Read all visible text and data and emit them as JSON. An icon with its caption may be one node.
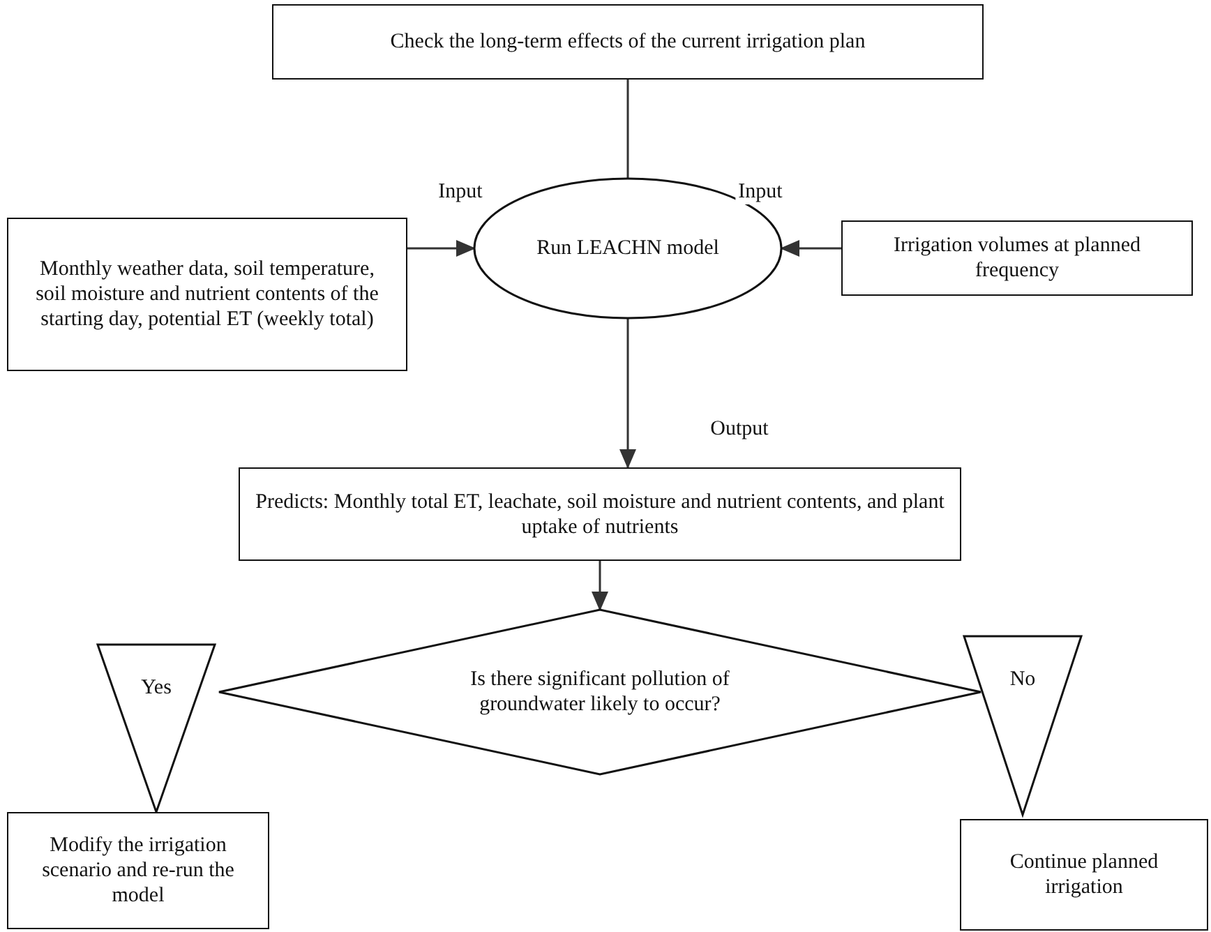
{
  "diagram": {
    "nodes": [
      {
        "text": [
          "Check the long-term effects of the current irrigation plan"
        ]
      },
      {
        "text": [
          "Monthly weather data, soil temperature, soil moisture and nutrient contents of the starting day, potential ET (weekly total)"
        ]
      },
      {
        "text": [
          "Run LEACHN model"
        ]
      },
      {
        "text": [
          "Irrigation volumes at planned frequency"
        ]
      },
      {
        "text": [
          "Predicts: Monthly total ET, leachate, soil moisture and nutrient contents, and plant uptake of nutrients"
        ]
      },
      {
        "text": [
          "Is there significant pollution of groundwater likely to occur?"
        ]
      },
      {
        "text": [
          "Yes"
        ]
      },
      {
        "text": [
          "Modify the irrigation scenario and re-run the model"
        ]
      },
      {
        "text": [
          "No"
        ]
      },
      {
        "text": [
          "Continue planned irrigation"
        ]
      }
    ],
    "edges": [
      {
        "from": 0,
        "to": 2,
        "arrow": "none"
      },
      {
        "from": 1,
        "to": 2,
        "arrow": "to",
        "label": "Input"
      },
      {
        "from": 3,
        "to": 2,
        "arrow": "to",
        "label": "Input"
      },
      {
        "from": 2,
        "to": 4,
        "arrow": "to",
        "label": "Output"
      },
      {
        "from": 4,
        "to": 5,
        "arrow": "to"
      }
    ]
  }
}
